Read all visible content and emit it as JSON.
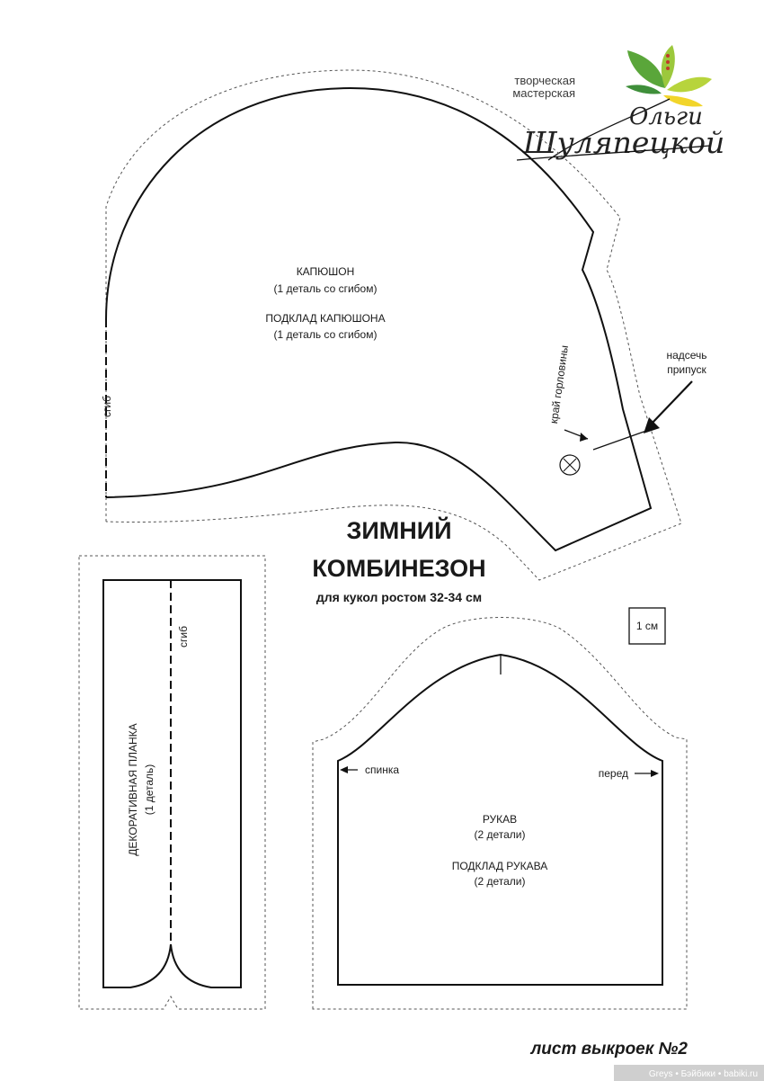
{
  "logo": {
    "line1": "творческая",
    "line2": "мастерская",
    "script1": "Ольги",
    "script2": "Шуляпецкой",
    "colors": {
      "green": "#5aa63a",
      "lightgreen": "#9cc83c",
      "yellow": "#f2d52a"
    }
  },
  "hood": {
    "name": "КАПЮШОН",
    "name_note": "(1 деталь со сгибом)",
    "lining": "ПОДКЛАД КАПЮШОНА",
    "lining_note": "(1 деталь со сгибом)",
    "fold": "сгиб",
    "neck_edge": "край горловины",
    "notch_line1": "надсечь",
    "notch_line2": "припуск"
  },
  "title": {
    "line1": "ЗИМНИЙ",
    "line2": "КОМБИНЕЗОН",
    "subtitle": "для кукол ростом 32-34 см"
  },
  "scale": "1 см",
  "strip": {
    "name": "ДЕКОРАТИВНАЯ ПЛАНКА",
    "note": "(1 деталь)",
    "fold": "сгиб"
  },
  "sleeve": {
    "back": "спинка",
    "front": "перед",
    "name": "РУКАВ",
    "name_note": "(2 детали)",
    "lining": "ПОДКЛАД РУКАВА",
    "lining_note": "(2 детали)"
  },
  "footer": "лист выкроек №2",
  "watermark": "Greys • Бэйбики • babiki.ru"
}
